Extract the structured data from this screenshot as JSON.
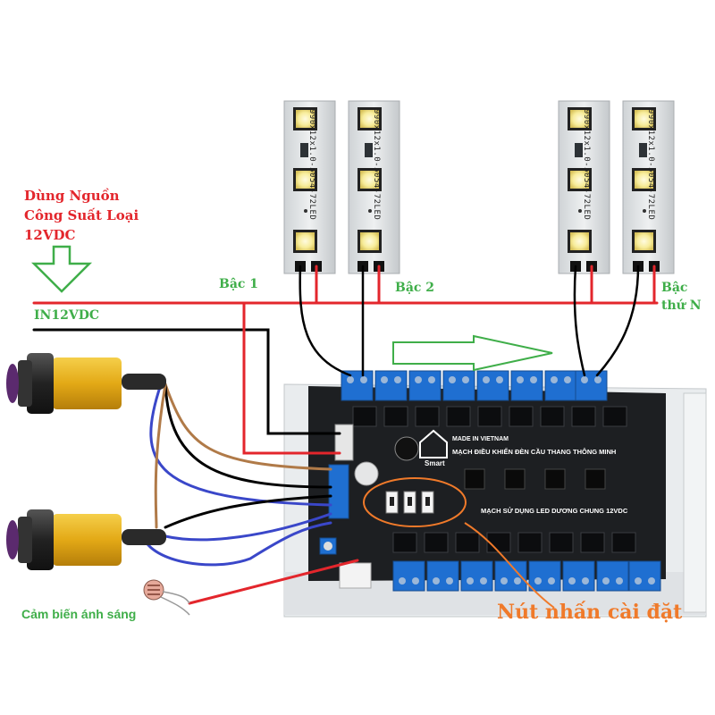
{
  "power_note": {
    "line1": "Dùng Nguồn",
    "line2": "Công Suất Loại",
    "line3": "12VDC"
  },
  "input_label": "IN12VDC",
  "steps": {
    "step1": "Bậc 1",
    "step2": "Bậc 2",
    "stepN_line1": "Bậc",
    "stepN_line2": "thứ N"
  },
  "led_strip_print": "990x12x1.0-5054-72LED",
  "board": {
    "made_in": "MADE IN VIETNAM",
    "title": "MẠCH ĐIỀU KHIỂN ĐÈN CẦU THANG THÔNG MINH",
    "subtitle": "MẠCH SỬ DỤNG LED DƯƠNG CHUNG 12VDC",
    "brand": "Smart"
  },
  "light_sensor_label": "Cảm biến ánh sáng",
  "setup_button_label": "Nút nhấn cài đặt",
  "colors": {
    "red_label": "#e3262c",
    "green_label": "#3fae49",
    "orange_label": "#f07a2a",
    "pcb": "#1d1f22",
    "terminal_blue": "#1f6fd1",
    "sensor_yellow": "#e8b422"
  }
}
